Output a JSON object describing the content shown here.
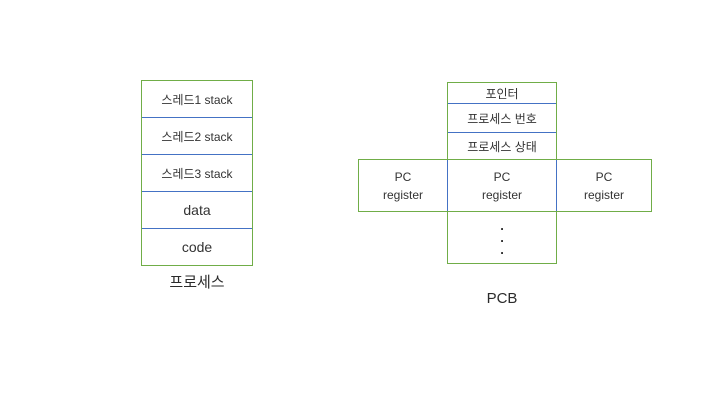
{
  "colors": {
    "box_border_green": "#70AD47",
    "divider_blue": "#4472C4",
    "text": "#333333",
    "background": "#ffffff"
  },
  "process": {
    "rows": [
      "스레드1 stack",
      "스레드2 stack",
      "스레드3 stack",
      "data",
      "code"
    ],
    "caption": "프로세스"
  },
  "pcb": {
    "header_rows": [
      "포인터",
      "프로세스 번호",
      "프로세스 상태"
    ],
    "pc_register_cells": [
      {
        "line1": "PC",
        "line2": "register"
      },
      {
        "line1": "PC",
        "line2": "register"
      },
      {
        "line1": "PC",
        "line2": "register"
      }
    ],
    "ellipsis_dots": [
      ".",
      ".",
      "."
    ],
    "caption": "PCB"
  }
}
